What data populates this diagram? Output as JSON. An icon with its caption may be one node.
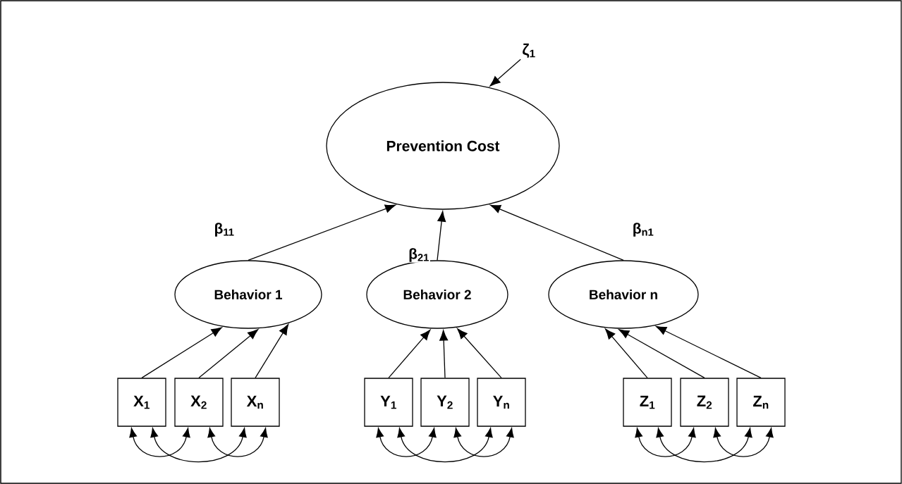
{
  "diagram": {
    "nodes": [
      {
        "text": [
          "Prevention Cost"
        ]
      },
      {
        "text": [
          "ζ$_{1}$"
        ]
      },
      {
        "text": [
          "Behavior 1"
        ]
      },
      {
        "text": [
          "Behavior 2"
        ]
      },
      {
        "text": [
          "Behavior n"
        ]
      },
      {
        "text": [
          "X$_{1}$"
        ]
      },
      {
        "text": [
          "X$_{2}$"
        ]
      },
      {
        "text": [
          "X$_{n}$"
        ]
      },
      {
        "text": [
          "Y$_{1}$"
        ]
      },
      {
        "text": [
          "Y$_{2}$"
        ]
      },
      {
        "text": [
          "Y$_{n}$"
        ]
      },
      {
        "text": [
          "Z$_{1}$"
        ]
      },
      {
        "text": [
          "Z$_{2}$"
        ]
      },
      {
        "text": [
          "Z$_{n}$"
        ]
      }
    ],
    "edges": [
      {
        "from": 1,
        "to": 0,
        "arrow": "to"
      },
      {
        "from": 2,
        "to": 0,
        "arrow": "to",
        "label": "β$_{11}$"
      },
      {
        "from": 3,
        "to": 0,
        "arrow": "to",
        "label": "β$_{21}$"
      },
      {
        "from": 4,
        "to": 0,
        "arrow": "to",
        "label": "β$_{n1}$"
      },
      {
        "from": 5,
        "to": 2,
        "arrow": "to"
      },
      {
        "from": 6,
        "to": 2,
        "arrow": "to"
      },
      {
        "from": 7,
        "to": 2,
        "arrow": "to"
      },
      {
        "from": 8,
        "to": 3,
        "arrow": "to"
      },
      {
        "from": 9,
        "to": 3,
        "arrow": "to"
      },
      {
        "from": 10,
        "to": 3,
        "arrow": "to"
      },
      {
        "from": 11,
        "to": 4,
        "arrow": "to"
      },
      {
        "from": 12,
        "to": 4,
        "arrow": "to"
      },
      {
        "from": 13,
        "to": 4,
        "arrow": "to"
      },
      {
        "from": 5,
        "to": 6,
        "arrow": "both"
      },
      {
        "from": 6,
        "to": 7,
        "arrow": "both"
      },
      {
        "from": 5,
        "to": 7,
        "arrow": "both"
      },
      {
        "from": 8,
        "to": 9,
        "arrow": "both"
      },
      {
        "from": 9,
        "to": 10,
        "arrow": "both"
      },
      {
        "from": 8,
        "to": 10,
        "arrow": "both"
      },
      {
        "from": 11,
        "to": 12,
        "arrow": "both"
      },
      {
        "from": 12,
        "to": 13,
        "arrow": "both"
      },
      {
        "from": 11,
        "to": 13,
        "arrow": "both"
      }
    ]
  }
}
